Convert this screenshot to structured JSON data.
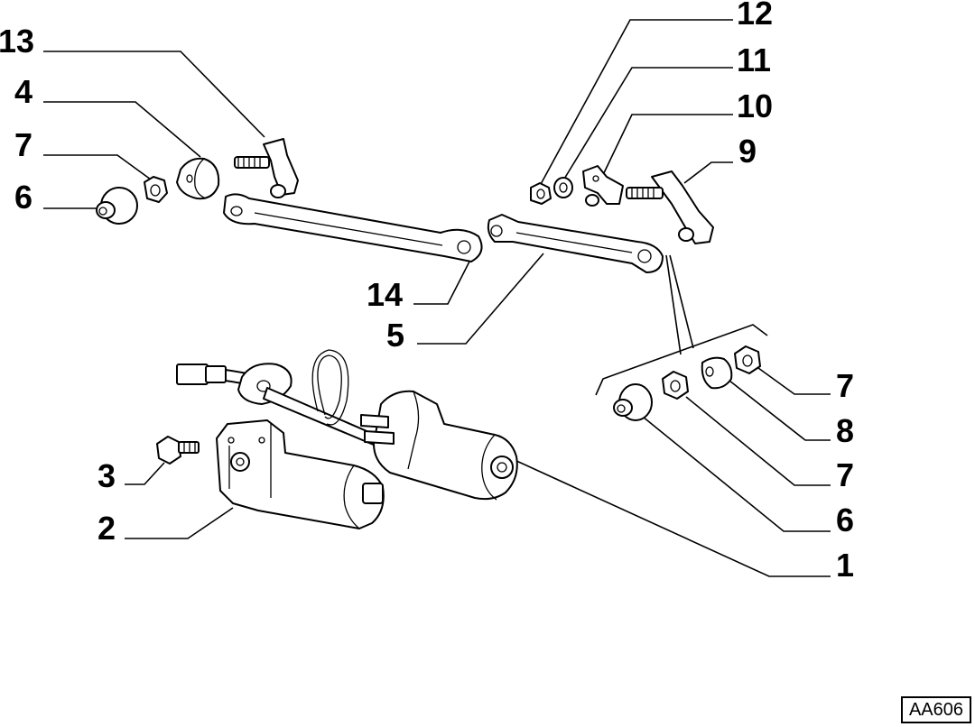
{
  "figure": {
    "code": "AA606",
    "callouts": [
      {
        "id": "c13",
        "text": "13"
      },
      {
        "id": "c4",
        "text": "4"
      },
      {
        "id": "c7a",
        "text": "7"
      },
      {
        "id": "c6a",
        "text": "6"
      },
      {
        "id": "c12",
        "text": "12"
      },
      {
        "id": "c11",
        "text": "11"
      },
      {
        "id": "c10",
        "text": "10"
      },
      {
        "id": "c9",
        "text": "9"
      },
      {
        "id": "c14",
        "text": "14"
      },
      {
        "id": "c5",
        "text": "5"
      },
      {
        "id": "c7b",
        "text": "7"
      },
      {
        "id": "c8",
        "text": "8"
      },
      {
        "id": "c7c",
        "text": "7"
      },
      {
        "id": "c6b",
        "text": "6"
      },
      {
        "id": "c1",
        "text": "1"
      },
      {
        "id": "c3",
        "text": "3"
      },
      {
        "id": "c2",
        "text": "2"
      }
    ]
  }
}
